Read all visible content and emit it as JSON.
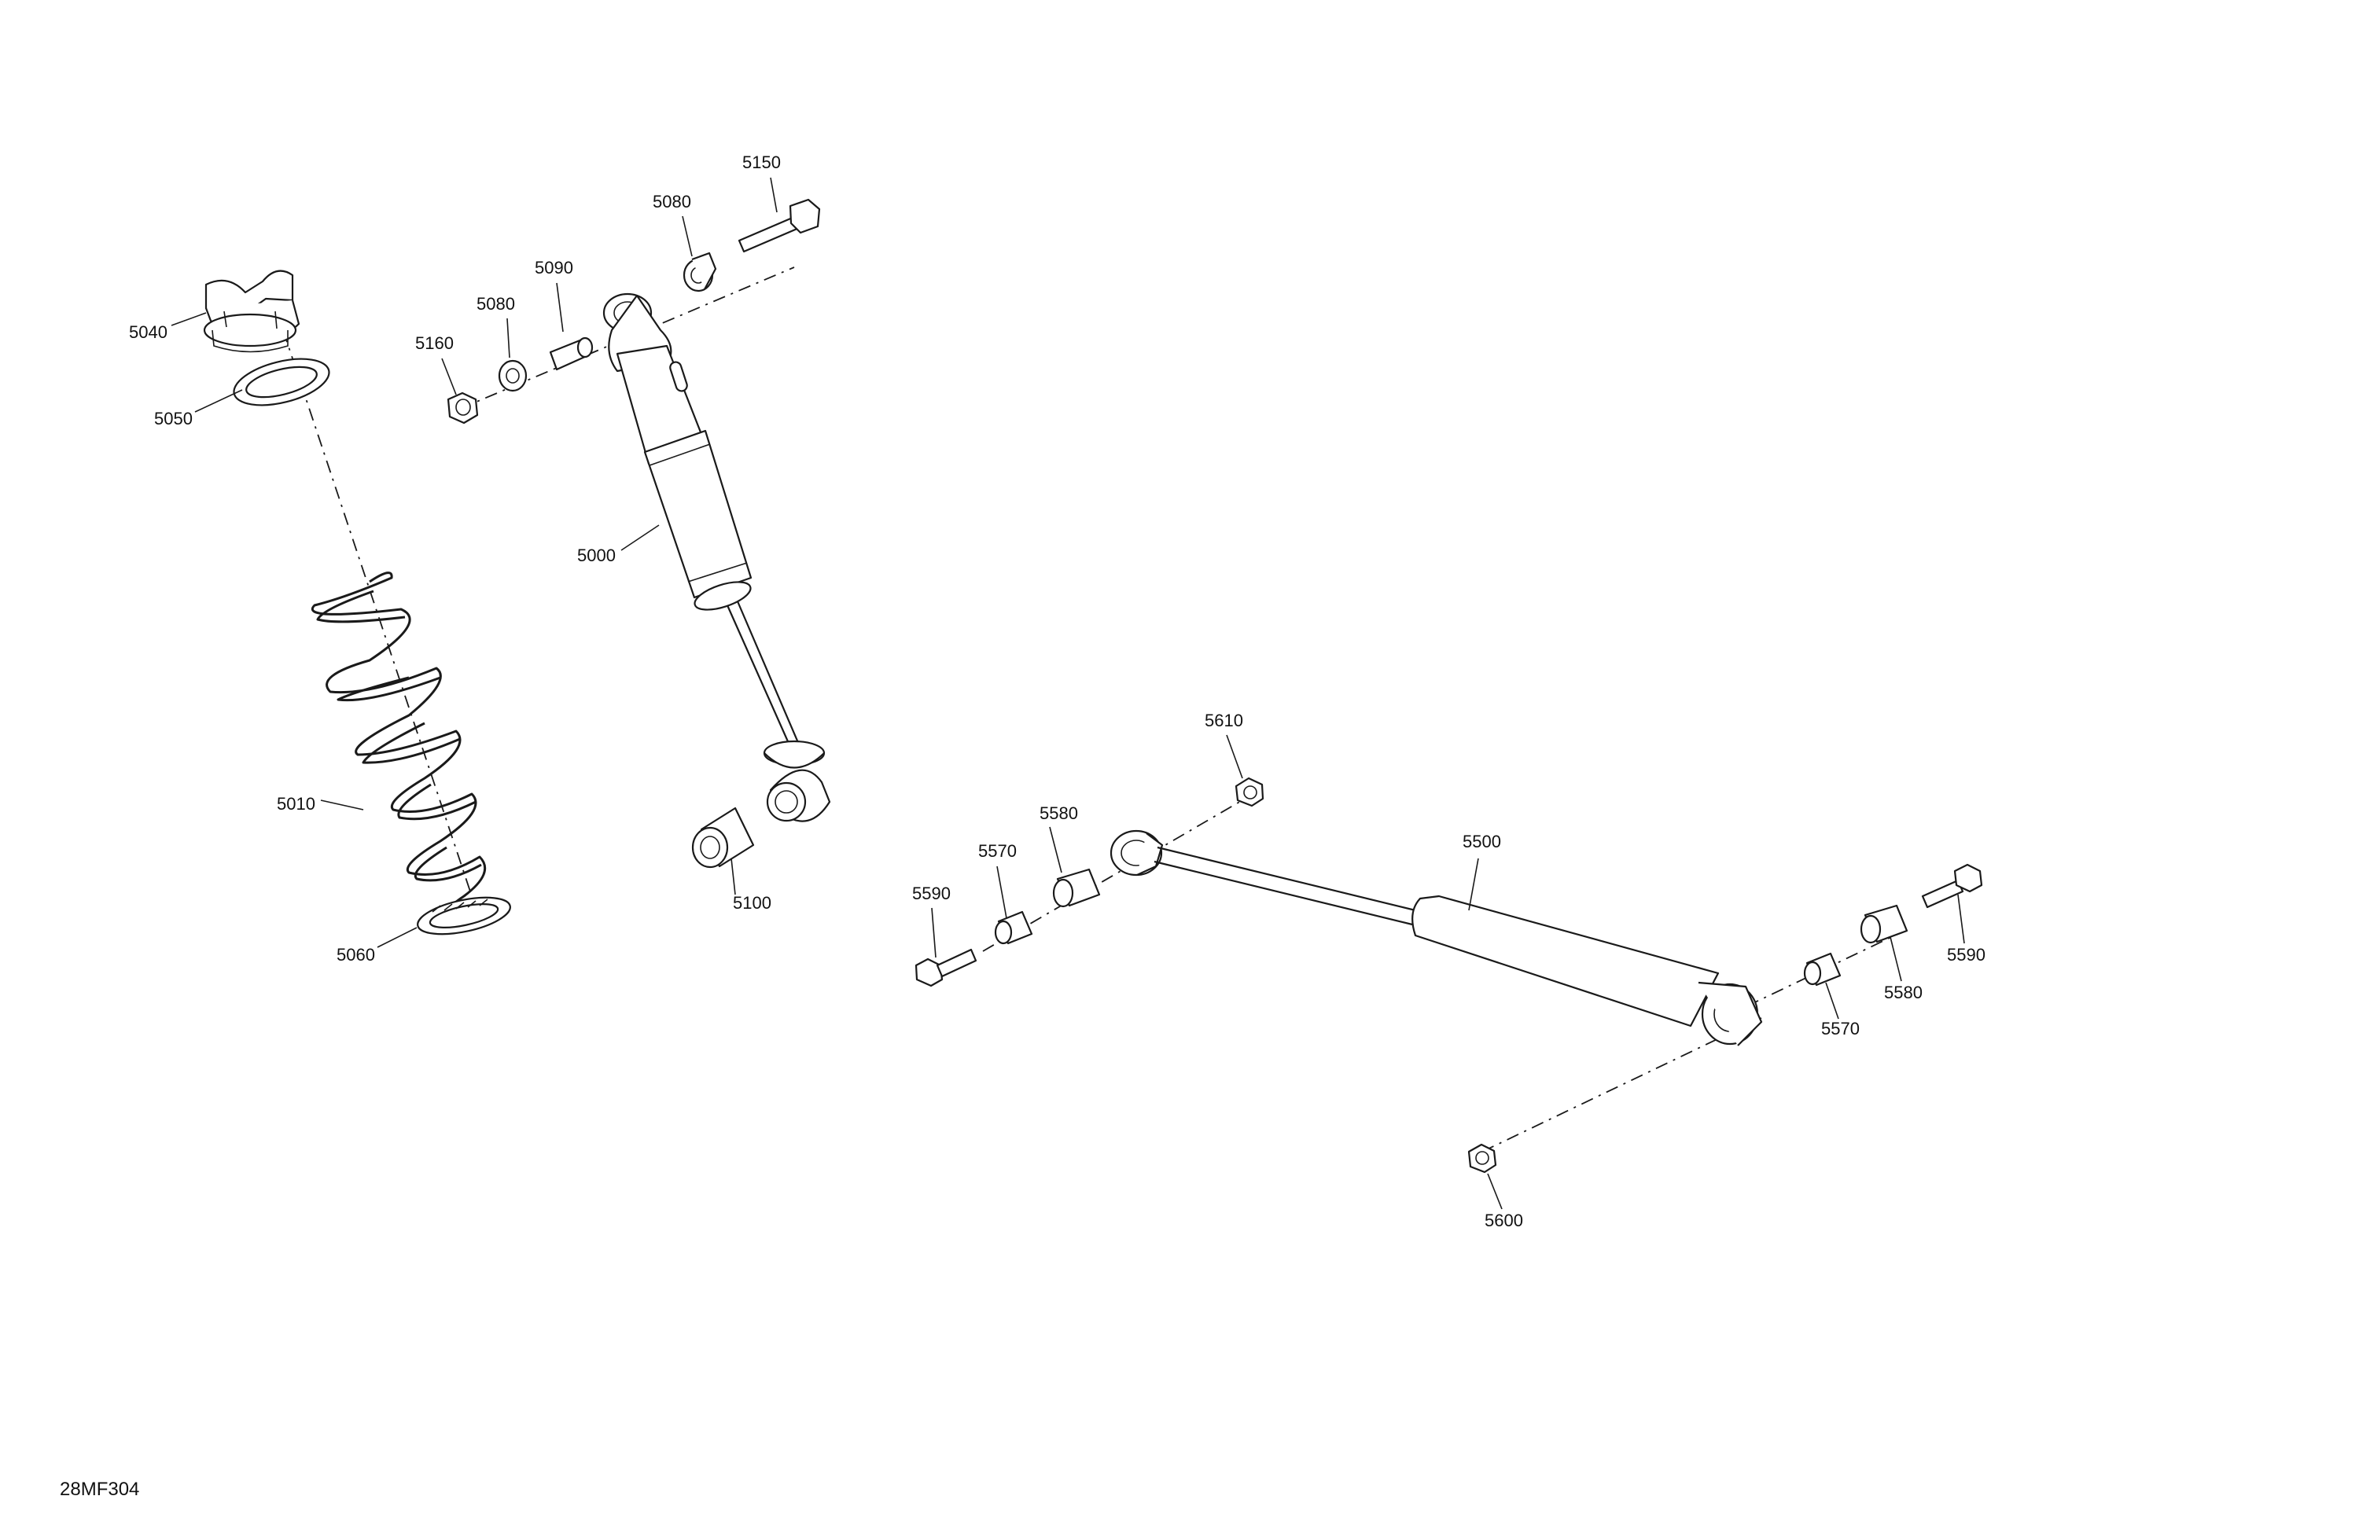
{
  "figure_ref": "28MF304",
  "callouts": {
    "c5150": "5150",
    "c5080_top": "5080",
    "c5090": "5090",
    "c5080_left": "5080",
    "c5160": "5160",
    "c5040": "5040",
    "c5050": "5050",
    "c5000": "5000",
    "c5010": "5010",
    "c5060": "5060",
    "c5100": "5100",
    "c5610": "5610",
    "c5500": "5500",
    "c5580_left": "5580",
    "c5570_left": "5570",
    "c5590_left": "5590",
    "c5590_right": "5590",
    "c5580_right": "5580",
    "c5570_right": "5570",
    "c5600": "5600"
  }
}
